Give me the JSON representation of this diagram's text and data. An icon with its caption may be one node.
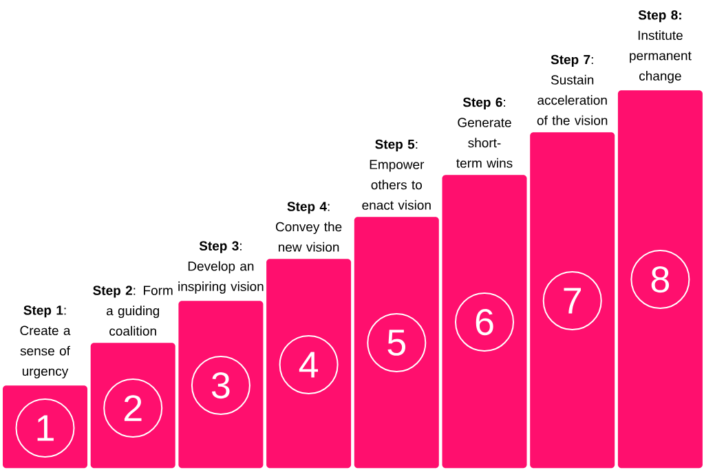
{
  "diagram": {
    "nodes": [
      {
        "text": [
          "**Step 1**: Create a sense of urgency"
        ]
      },
      {
        "text": [
          "1"
        ],
        "in": 0
      },
      {
        "text": [
          "**Step 2**: Form a guiding coalition"
        ]
      },
      {
        "text": [
          "2"
        ],
        "in": 2
      },
      {
        "text": [
          "**Step 3**: Develop an inspiring vision"
        ]
      },
      {
        "text": [
          "3"
        ],
        "in": 4
      },
      {
        "text": [
          "**Step 4**: Convey the new vision"
        ]
      },
      {
        "text": [
          "4"
        ],
        "in": 6
      },
      {
        "text": [
          "**Step 5**: Empower others to enact vision"
        ]
      },
      {
        "text": [
          "5"
        ],
        "in": 8
      },
      {
        "text": [
          "**Step 6**: Generate short-term wins"
        ]
      },
      {
        "text": [
          "6"
        ],
        "in": 10
      },
      {
        "text": [
          "**Step 7**: Sustain acceleration of the vision"
        ]
      },
      {
        "text": [
          "7"
        ],
        "in": 12
      },
      {
        "text": [
          "**Step 8:** Institute permanent change"
        ]
      },
      {
        "text": [
          "8"
        ],
        "in": 14
      }
    ]
  }
}
